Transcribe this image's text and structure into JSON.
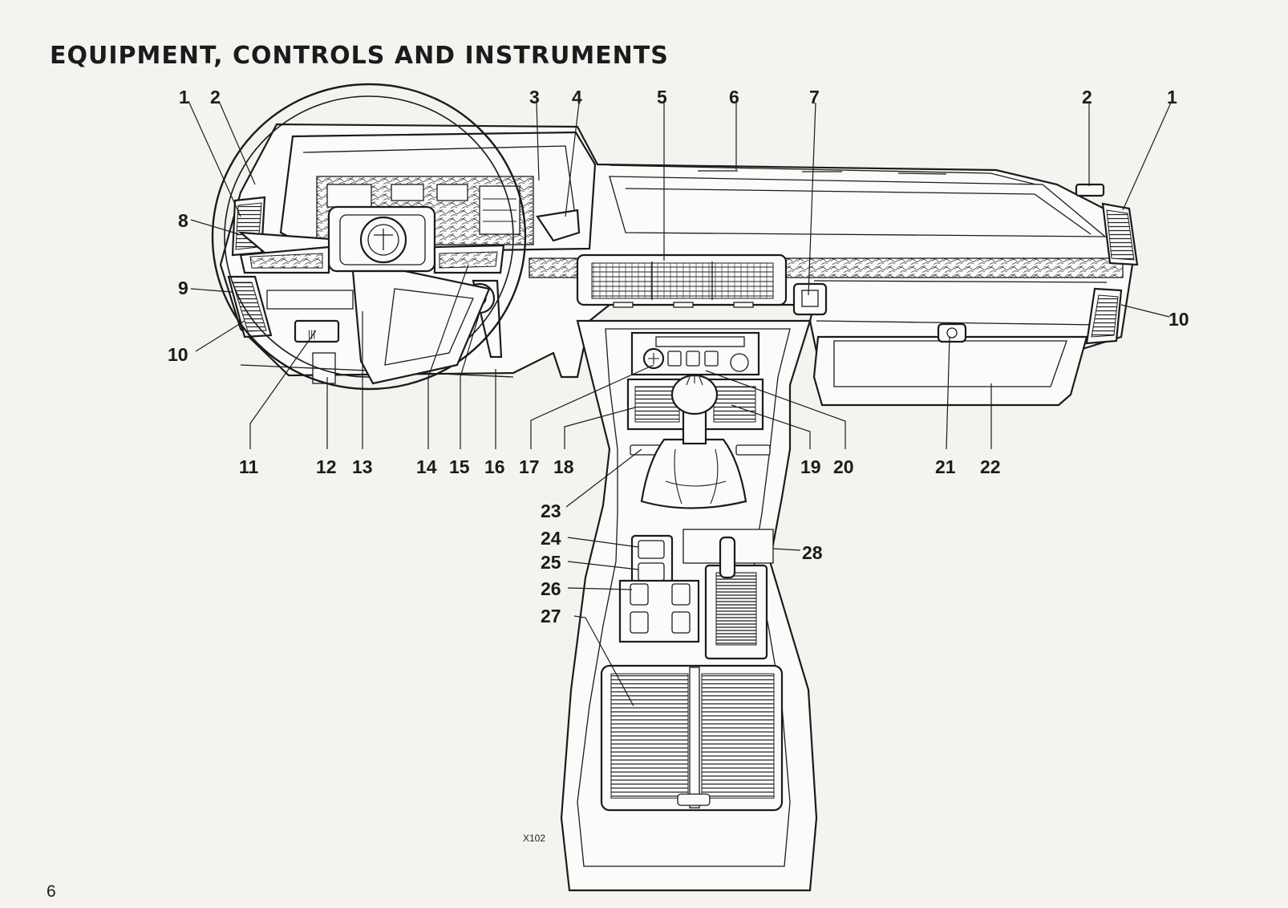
{
  "page": {
    "title": "EQUIPMENT, CONTROLS AND INSTRUMENTS",
    "page_number": "6",
    "figure_reference": "X102"
  },
  "callouts": [
    {
      "id": "c1-left",
      "label": "1"
    },
    {
      "id": "c2-left",
      "label": "2"
    },
    {
      "id": "c3",
      "label": "3"
    },
    {
      "id": "c4",
      "label": "4"
    },
    {
      "id": "c5",
      "label": "5"
    },
    {
      "id": "c6",
      "label": "6"
    },
    {
      "id": "c7",
      "label": "7"
    },
    {
      "id": "c2-right",
      "label": "2"
    },
    {
      "id": "c1-right",
      "label": "1"
    },
    {
      "id": "c8",
      "label": "8"
    },
    {
      "id": "c9",
      "label": "9"
    },
    {
      "id": "c10-left",
      "label": "10"
    },
    {
      "id": "c10-right",
      "label": "10"
    },
    {
      "id": "c11",
      "label": "11"
    },
    {
      "id": "c12",
      "label": "12"
    },
    {
      "id": "c13",
      "label": "13"
    },
    {
      "id": "c14",
      "label": "14"
    },
    {
      "id": "c15",
      "label": "15"
    },
    {
      "id": "c16",
      "label": "16"
    },
    {
      "id": "c17",
      "label": "17"
    },
    {
      "id": "c18",
      "label": "18"
    },
    {
      "id": "c19",
      "label": "19"
    },
    {
      "id": "c20",
      "label": "20"
    },
    {
      "id": "c21",
      "label": "21"
    },
    {
      "id": "c22",
      "label": "22"
    },
    {
      "id": "c23",
      "label": "23"
    },
    {
      "id": "c24",
      "label": "24"
    },
    {
      "id": "c25",
      "label": "25"
    },
    {
      "id": "c26",
      "label": "26"
    },
    {
      "id": "c27",
      "label": "27"
    },
    {
      "id": "c28",
      "label": "28"
    }
  ]
}
